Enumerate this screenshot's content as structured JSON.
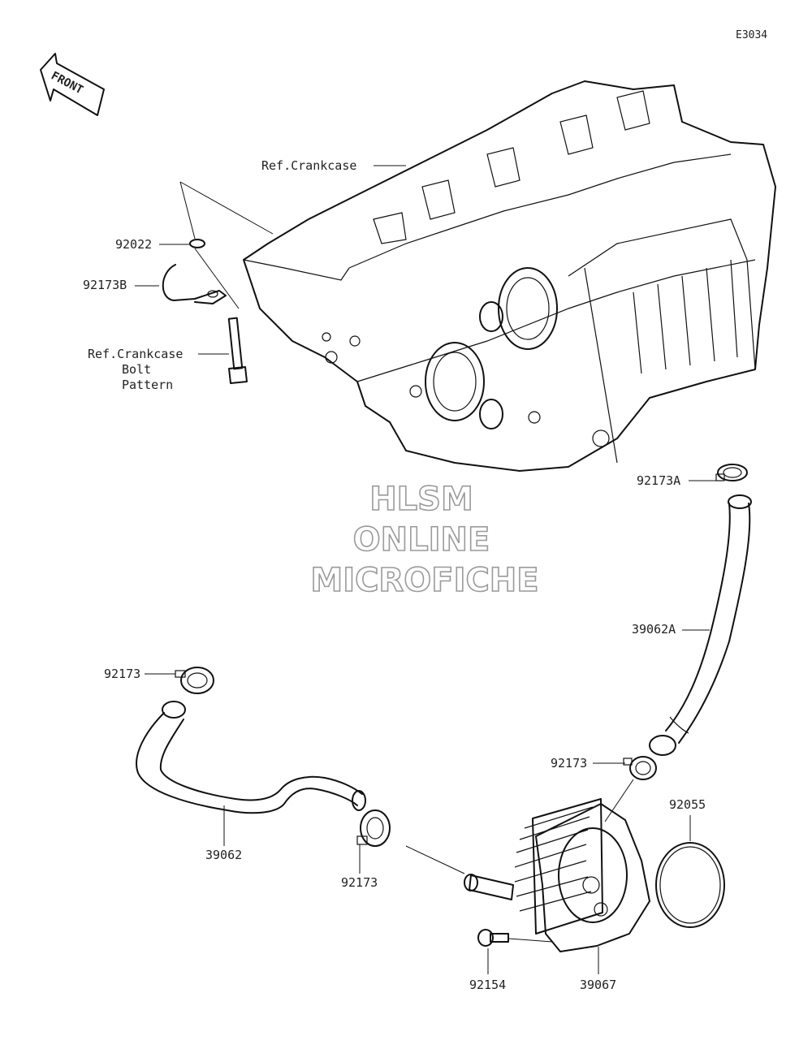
{
  "diagram_code": "E3034",
  "front_arrow": {
    "label": "FRONT",
    "icon": "front-arrow-icon"
  },
  "watermark": [
    "HLSM",
    "ONLINE",
    "MICROFICHE"
  ],
  "callouts": {
    "ref_crankcase_top": "Ref.Crankcase",
    "p92022": "92022",
    "p92173B": "92173B",
    "ref_bolt_pattern": [
      "Ref.Crankcase",
      "Bolt",
      "Pattern"
    ],
    "p92173A": "92173A",
    "p39062A": "39062A",
    "p92173_left": "92173",
    "p92173_mid": "92173",
    "p92055": "92055",
    "p39062": "39062",
    "p92173_low": "92173",
    "p92154": "92154",
    "p39067": "39067"
  }
}
